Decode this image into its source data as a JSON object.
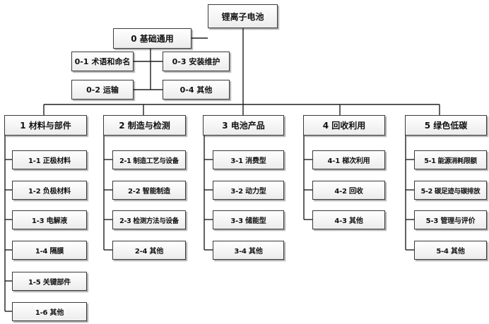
{
  "root": "锂离子电池",
  "base": {
    "title": "0 基础通用",
    "items": [
      "0-1 术语和命名",
      "0-3 安装维护",
      "0-2 运输",
      "0-4 其他"
    ]
  },
  "categories": [
    {
      "title": "1 材料与部件",
      "items": [
        "1-1 正极材料",
        "1-2 负极材料",
        "1-3 电解液",
        "1-4 隔膜",
        "1-5 关键部件",
        "1-6 其他"
      ]
    },
    {
      "title": "2 制造与检测",
      "items": [
        "2-1 制造工艺与设备",
        "2-2 智能制造",
        "2-3 检测方法与设备",
        "2-4 其他"
      ]
    },
    {
      "title": "3 电池产品",
      "items": [
        "3-1 消费型",
        "3-2 动力型",
        "3-3 储能型",
        "3-4 其他"
      ]
    },
    {
      "title": "4 回收利用",
      "items": [
        "4-1 梯次利用",
        "4-2 回收",
        "4-3 其他"
      ]
    },
    {
      "title": "5 绿色低碳",
      "items": [
        "5-1 能源消耗限额",
        "5-2 碳足迹与碳排放",
        "5-3 管理与评价",
        "5-4 其他"
      ]
    }
  ]
}
